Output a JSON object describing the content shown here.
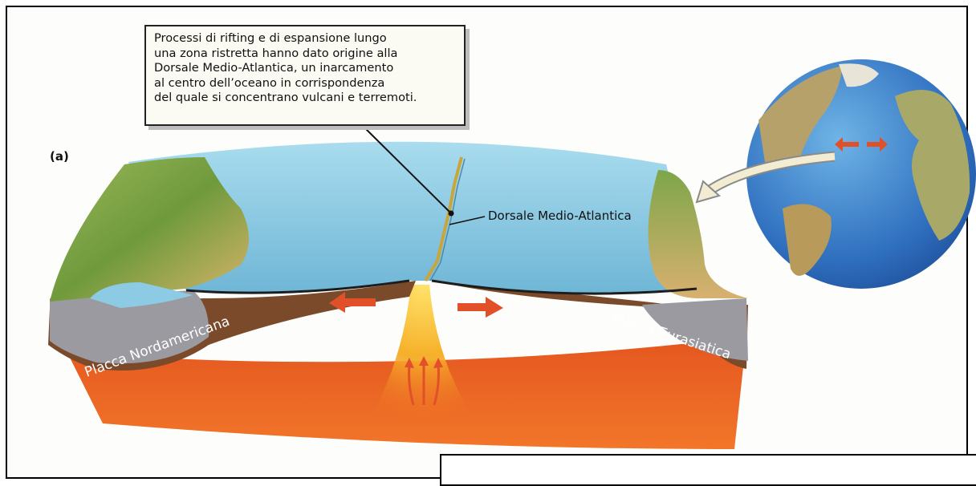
{
  "panel_label": "(a)",
  "callout": {
    "lines": [
      "Processi di rifting e di espansione lungo",
      "una zona ristretta hanno dato origine alla",
      "Dorsale Medio-Atlantica, un inarcamento",
      "al centro dell’oceano in corrispondenza",
      "del quale si concentrano vulcani e terremoti."
    ]
  },
  "labels": {
    "ridge": "Dorsale Medio-Atlantica",
    "plate_left": "Placca Nordamericana",
    "plate_right": "Placca Eurasiatica"
  },
  "colors": {
    "ocean": "#7cc3dd",
    "ocean_deep": "#4fa3c9",
    "land_green": "#7fa64a",
    "land_tan": "#d8b46a",
    "lithosphere": "#7a4a2a",
    "crust_gray": "#9a9a9a",
    "mantle": "#e8401f",
    "magma": "#f4b524",
    "arrow": "#e2502a"
  }
}
